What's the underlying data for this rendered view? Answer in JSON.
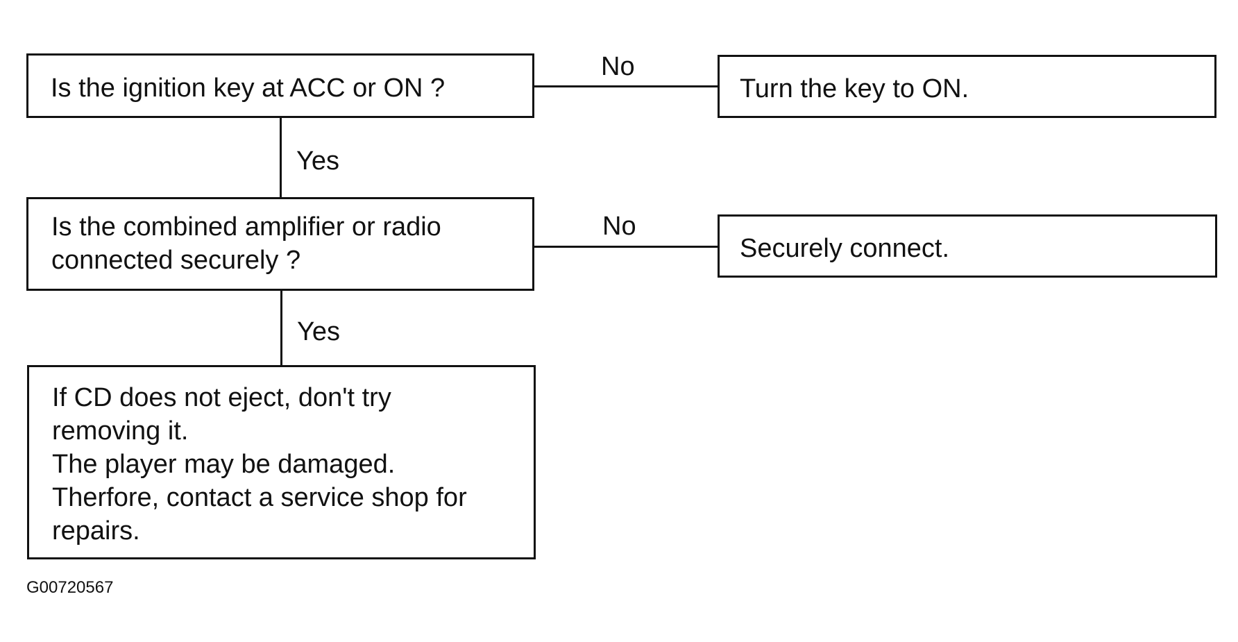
{
  "flowchart": {
    "q1": {
      "text": "Is the ignition key at ACC or ON ?"
    },
    "q1_no_action": {
      "text": "Turn the key to ON."
    },
    "q2": {
      "lines": [
        "Is the combined amplifier or radio",
        "connected securely ?"
      ]
    },
    "q2_no_action": {
      "text": "Securely connect."
    },
    "result": {
      "lines": [
        "If  CD does not eject, don't try",
        "removing it.",
        "The player may be damaged.",
        "Therfore,  contact a service shop for",
        "repairs."
      ]
    },
    "labels": {
      "no_1": "No",
      "yes_1": "Yes",
      "no_2": "No",
      "yes_2": "Yes"
    }
  },
  "figure_id": "G00720567"
}
